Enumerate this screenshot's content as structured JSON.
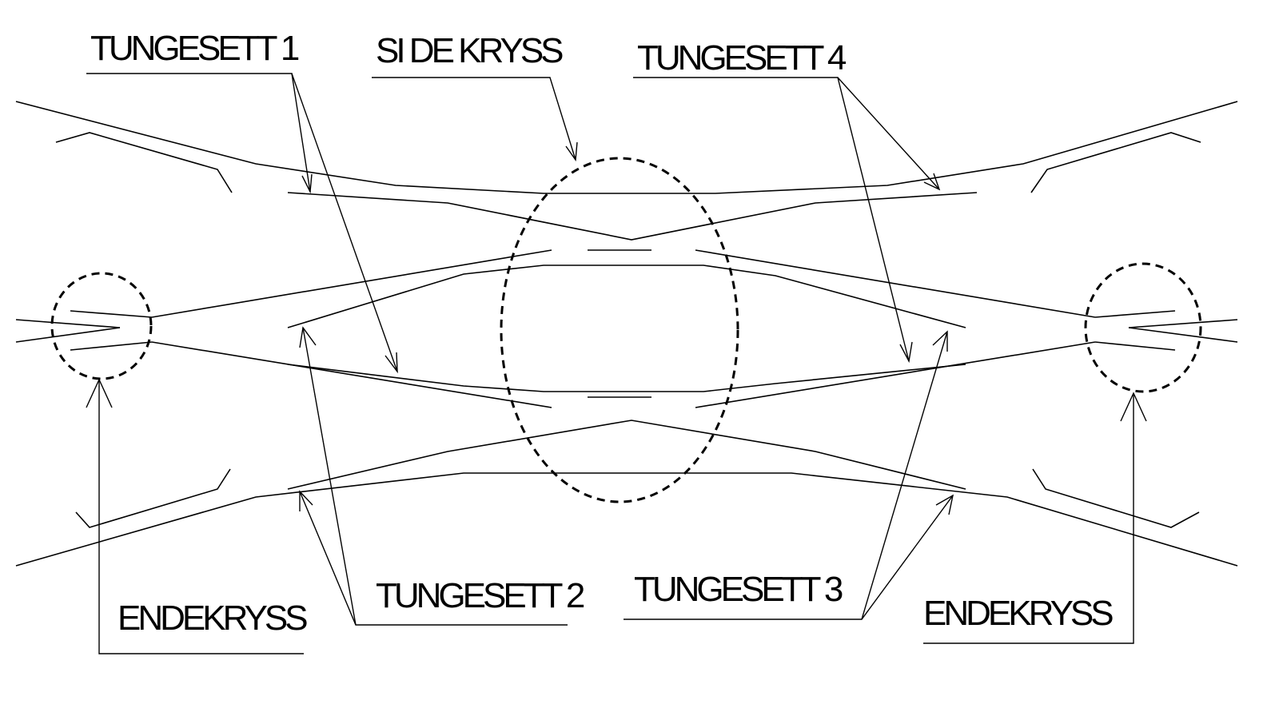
{
  "labels": {
    "tungesett_1": "TUNGESETT 1",
    "sidekryss": "SI DE KRYSS",
    "tungesett_4": "TUNGESETT 4",
    "tungesett_2": "TUNGESETT 2",
    "tungesett_3": "TUNGESETT 3",
    "endekryss_left": "ENDEKRYSS",
    "endekryss_right": "ENDEKRYSS"
  }
}
